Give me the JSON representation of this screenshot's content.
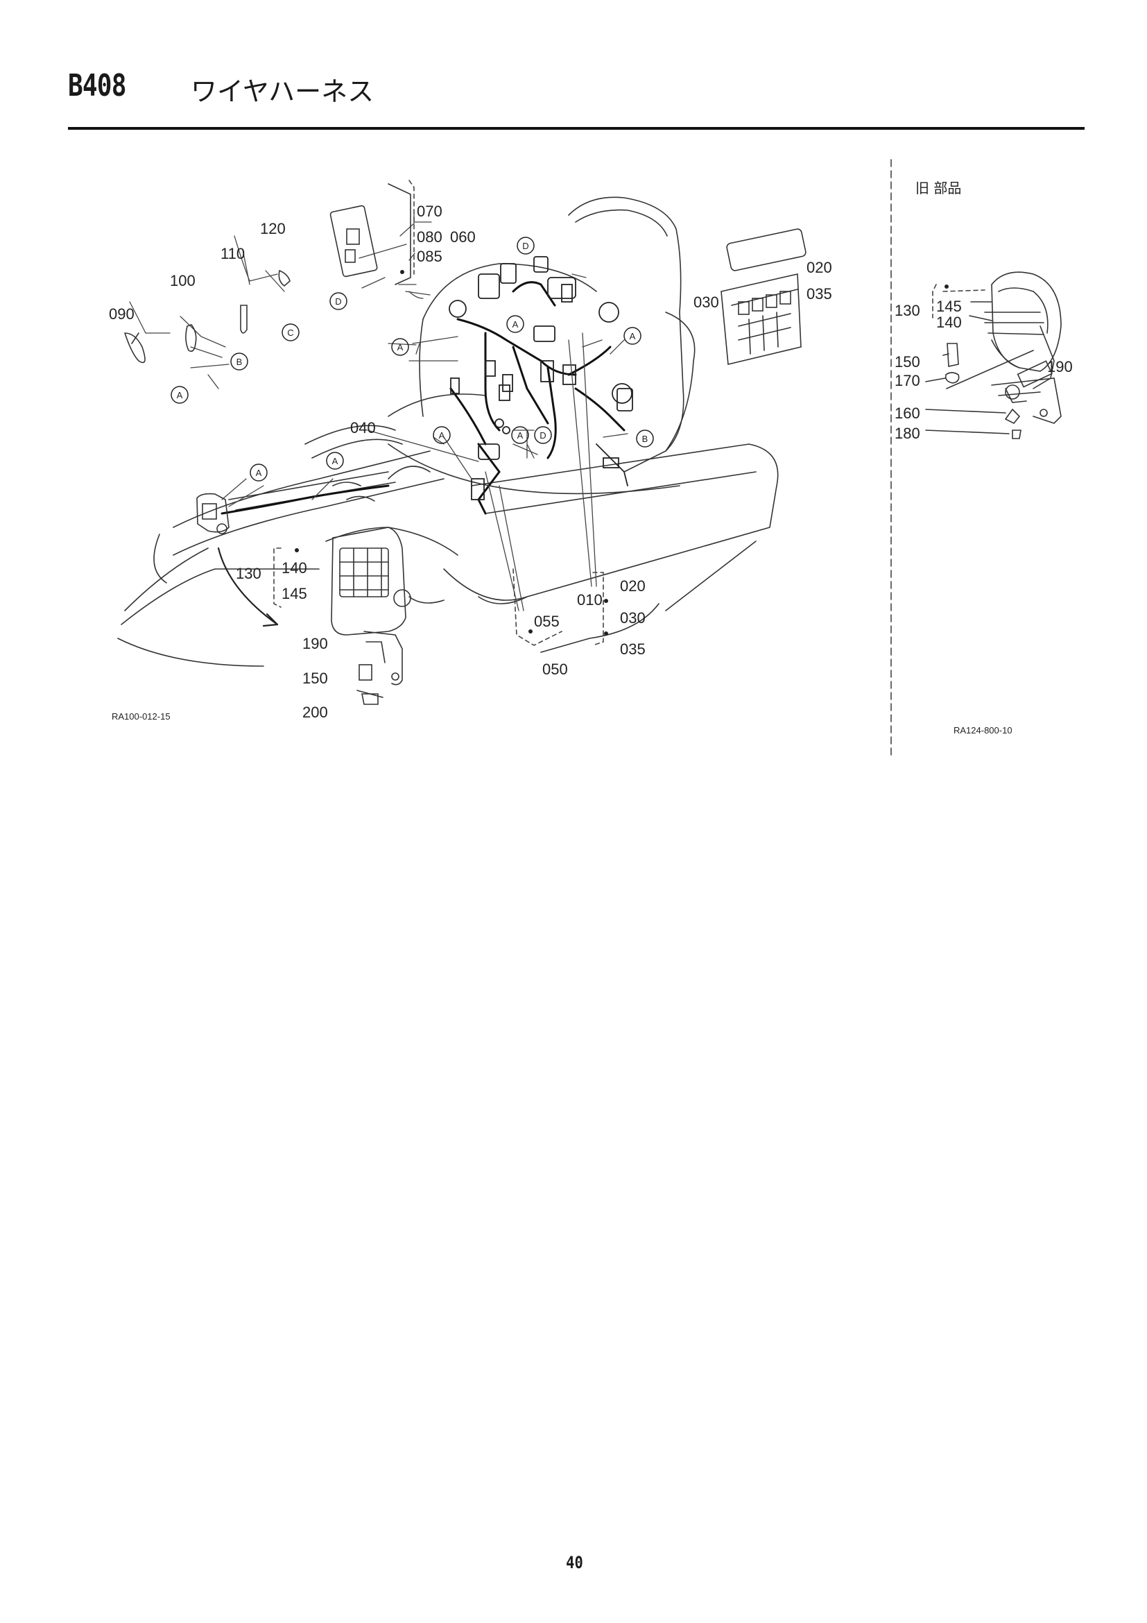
{
  "header": {
    "code": "B408",
    "title": "ワイヤハーネス"
  },
  "main_diagram": {
    "callouts": {
      "p070": "070",
      "p080": "080",
      "p085": "085",
      "p060": "060",
      "p120": "120",
      "p110": "110",
      "p100": "100",
      "p090": "090",
      "p040": "040",
      "p130": "130",
      "p140": "140",
      "p145": "145",
      "p190": "190",
      "p150": "150",
      "p200": "200",
      "p010": "010",
      "p020": "020",
      "p030": "030",
      "p035": "035",
      "p055": "055",
      "p050": "050",
      "box020": "020",
      "box030": "030",
      "box035": "035"
    },
    "ref_letters": {
      "A": "A",
      "B": "B",
      "C": "C",
      "D": "D"
    },
    "figure_code": "RA100-012-15"
  },
  "side_panel": {
    "title": "旧 部品",
    "callouts": {
      "p130": "130",
      "p145": "145",
      "p140": "140",
      "p150": "150",
      "p170": "170",
      "p190": "190",
      "p160": "160",
      "p180": "180"
    },
    "figure_code": "RA124-800-10"
  },
  "footer": {
    "page_number": "40"
  }
}
